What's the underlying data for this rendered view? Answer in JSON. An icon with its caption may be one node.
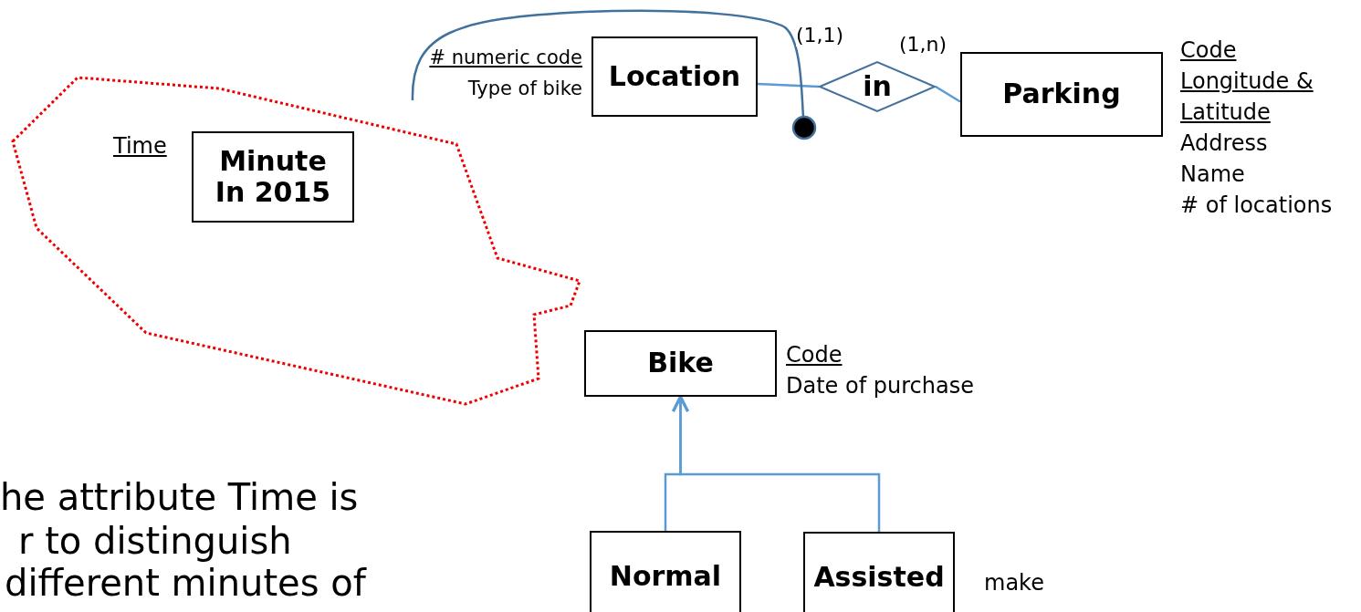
{
  "diagram": {
    "nodes": [
      {
        "text": [
          "Location"
        ],
        "beside": [
          "# numeric code",
          "Type of bike"
        ]
      },
      {
        "text": [
          "in"
        ]
      },
      {
        "text": [
          "Parking"
        ],
        "beside": [
          "Code",
          "Longitude & Latitude",
          "Address",
          "Name",
          "# of locations"
        ]
      },
      {
        "text": [],
        "shape": "cloud"
      },
      {
        "text": [
          "Minute In 2015"
        ],
        "beside": [
          "Time"
        ],
        "in": 3
      },
      {
        "text": [
          "Bike"
        ],
        "beside": [
          "Code",
          "Date of purchase"
        ]
      },
      {
        "text": [
          "Normal"
        ]
      },
      {
        "text": [
          "Assisted"
        ],
        "beside": [
          "make"
        ]
      }
    ],
    "edges": [
      {
        "from": 0,
        "to": 1,
        "arrow": "none",
        "label": "(1,1)"
      },
      {
        "from": 1,
        "to": 2,
        "arrow": "none",
        "label": "(1,n)"
      },
      {
        "from": 6,
        "to": 5,
        "arrow": "to"
      },
      {
        "from": 7,
        "to": 5,
        "arrow": "to"
      }
    ],
    "labels": [
      "he attribute Time is",
      "r to distinguish",
      "different minutes of"
    ]
  }
}
